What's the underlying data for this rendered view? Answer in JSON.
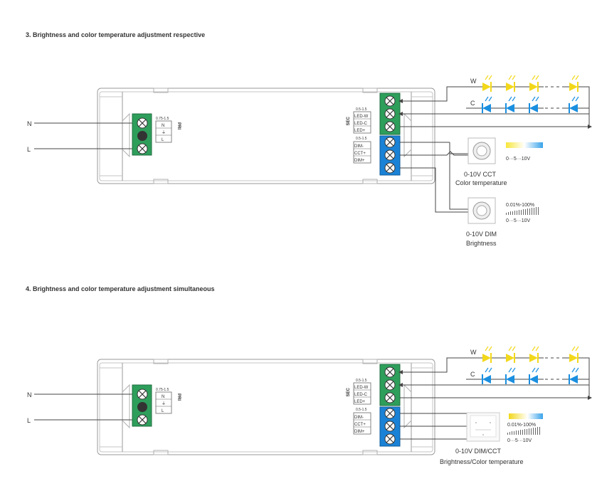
{
  "section3": {
    "title": "3. Brightness and color temperature adjustment respective",
    "input_n": "N",
    "input_l": "L",
    "pri_wire": "0.75-1.5",
    "pri_label": "PRI",
    "pri_terms": [
      "N",
      "⏚",
      "L"
    ],
    "sec_wire_led": "0.5-1.5",
    "sec_wire_dim": "0.5-1.5",
    "sec_label": "SEC",
    "led_terms": [
      "LED-W",
      "LED-C",
      "LED+"
    ],
    "dim_terms": [
      "DIM-",
      "CCT+",
      "DIM+"
    ],
    "led_w": "W",
    "led_c": "C",
    "cct_name": "0-10V CCT",
    "cct_caption": "Color temperature",
    "cct_scale": "0···5···10V",
    "dim_name": "0-10V DIM",
    "dim_caption": "Brightness",
    "dim_percent": "0.01%-100%",
    "dim_scale": "0···5···10V"
  },
  "section4": {
    "title": "4. Brightness and color temperature adjustment simultaneous",
    "input_n": "N",
    "input_l": "L",
    "pri_wire": "0.75-1.5",
    "pri_label": "PRI",
    "pri_terms": [
      "N",
      "⏚",
      "L"
    ],
    "sec_wire_led": "0.5-1.5",
    "sec_wire_dim": "0.5-1.5",
    "sec_label": "SEC",
    "led_terms": [
      "LED-W",
      "LED-C",
      "LED+"
    ],
    "dim_terms": [
      "DIM-",
      "CCT+",
      "DIM+"
    ],
    "led_w": "W",
    "led_c": "C",
    "combo_name": "0-10V DIM/CCT",
    "combo_caption": "Brightness/Color temperature",
    "combo_percent": "0.01%-100%",
    "combo_scale": "0···5···10V"
  },
  "colors": {
    "terminal_green": "#2e9e5b",
    "terminal_blue": "#1a82d6",
    "led_yellow": "#f2d81b",
    "led_blue": "#1a8fe0",
    "wire": "#444444",
    "housing": "#9a9a9a"
  }
}
